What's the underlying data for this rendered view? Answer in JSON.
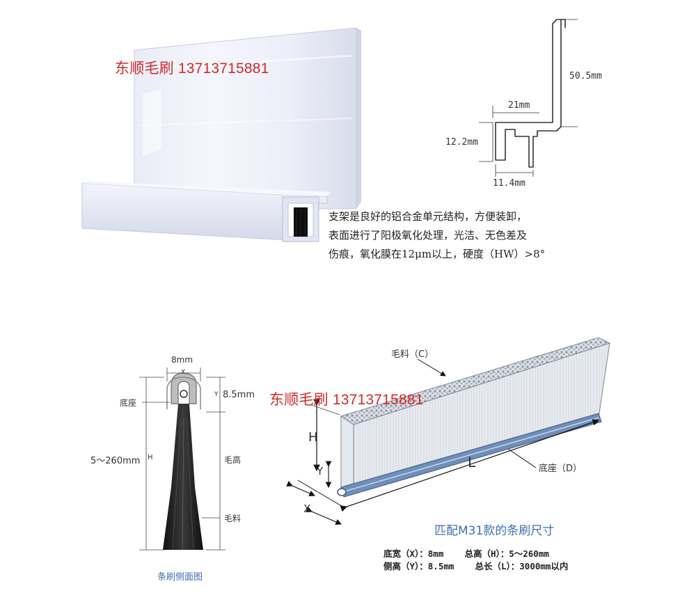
{
  "watermark": "东顺毛刷 13713715881",
  "profile": {
    "dim_height": "50.5mm",
    "dim_width": "21mm",
    "dim_left": "12.2mm",
    "dim_bottom": "11.4mm"
  },
  "description": [
    "支架是良好的铝合金单元结构，方便装卸，",
    "表面进行了阳极氧化处理，光洁、无色差及",
    "伤痕，氧化膜在12μm以上，硬度（HW）>8°"
  ],
  "side_view": {
    "width_label": "8mm",
    "x_tick": "X",
    "base_label": "底座",
    "base_height": "8.5mm",
    "y_tick": "Y",
    "height_range": "5～260mm",
    "h_tick": "H",
    "bristle_height": "毛高",
    "bristle_material": "毛料",
    "caption": "条刷侧面图"
  },
  "iso_view": {
    "material_label": "毛料（C）",
    "base_label": "底座（D）",
    "h_label": "H",
    "y_label": "Y",
    "x_label": "X",
    "l_label": "L",
    "caption": "匹配M31款的条刷尺寸"
  },
  "specs": {
    "line1": "底宽（X）：8mm    总高（H）：5～260mm",
    "line2": "侧高（Y）：8.5mm    总长（L）：3000mm以内"
  }
}
